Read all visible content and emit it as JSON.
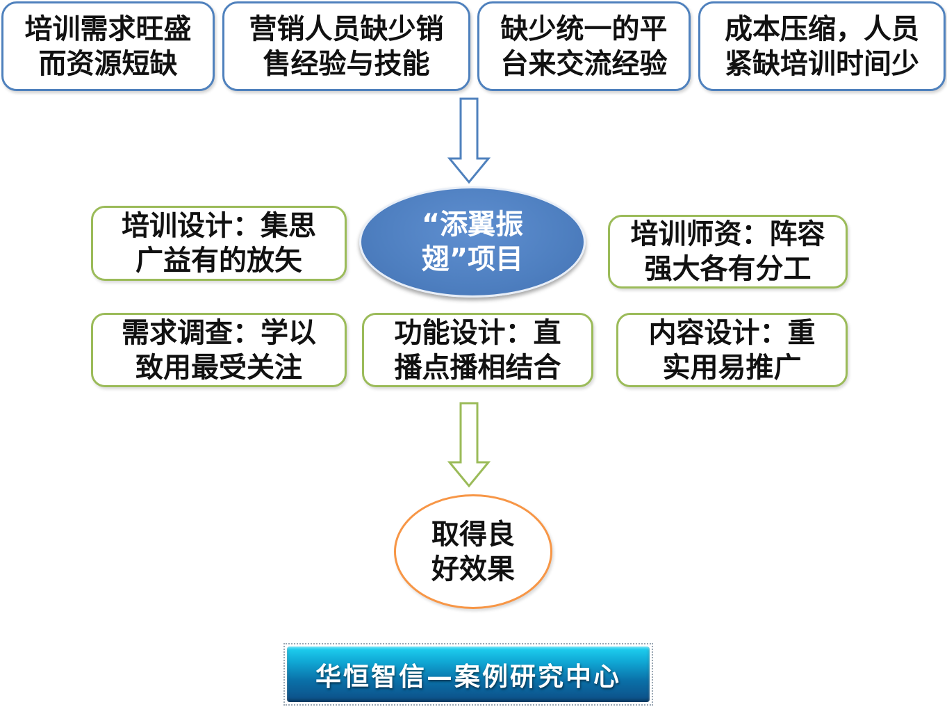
{
  "colors": {
    "top_border": "#4f81bd",
    "middle_border": "#9bbb59",
    "center_fill": "#4f81bd",
    "result_border": "#f79646",
    "footer_fill": "#0a6fa7"
  },
  "top_row": [
    {
      "text": "培训需求旺盛\n而资源短缺"
    },
    {
      "text": "营销人员缺少销\n售经验与技能"
    },
    {
      "text": "缺少统一的平\n台来交流经验"
    },
    {
      "text": "成本压缩，人员\n紧缺培训时间少"
    }
  ],
  "center": {
    "text": "“添翼振\n翅”项目"
  },
  "middle_row": {
    "left": {
      "text": "培训设计：集思\n广益有的放矢"
    },
    "right": {
      "text": "培训师资：阵容\n强大各有分工"
    }
  },
  "lower_row": [
    {
      "text": "需求调查：学以\n致用最受关注"
    },
    {
      "text": "功能设计：直\n播点播相结合"
    },
    {
      "text": "内容设计：重\n实用易推广"
    }
  ],
  "result": {
    "text": "取得良\n好效果"
  },
  "footer": {
    "text": "华恒智信—案例研究中心"
  }
}
